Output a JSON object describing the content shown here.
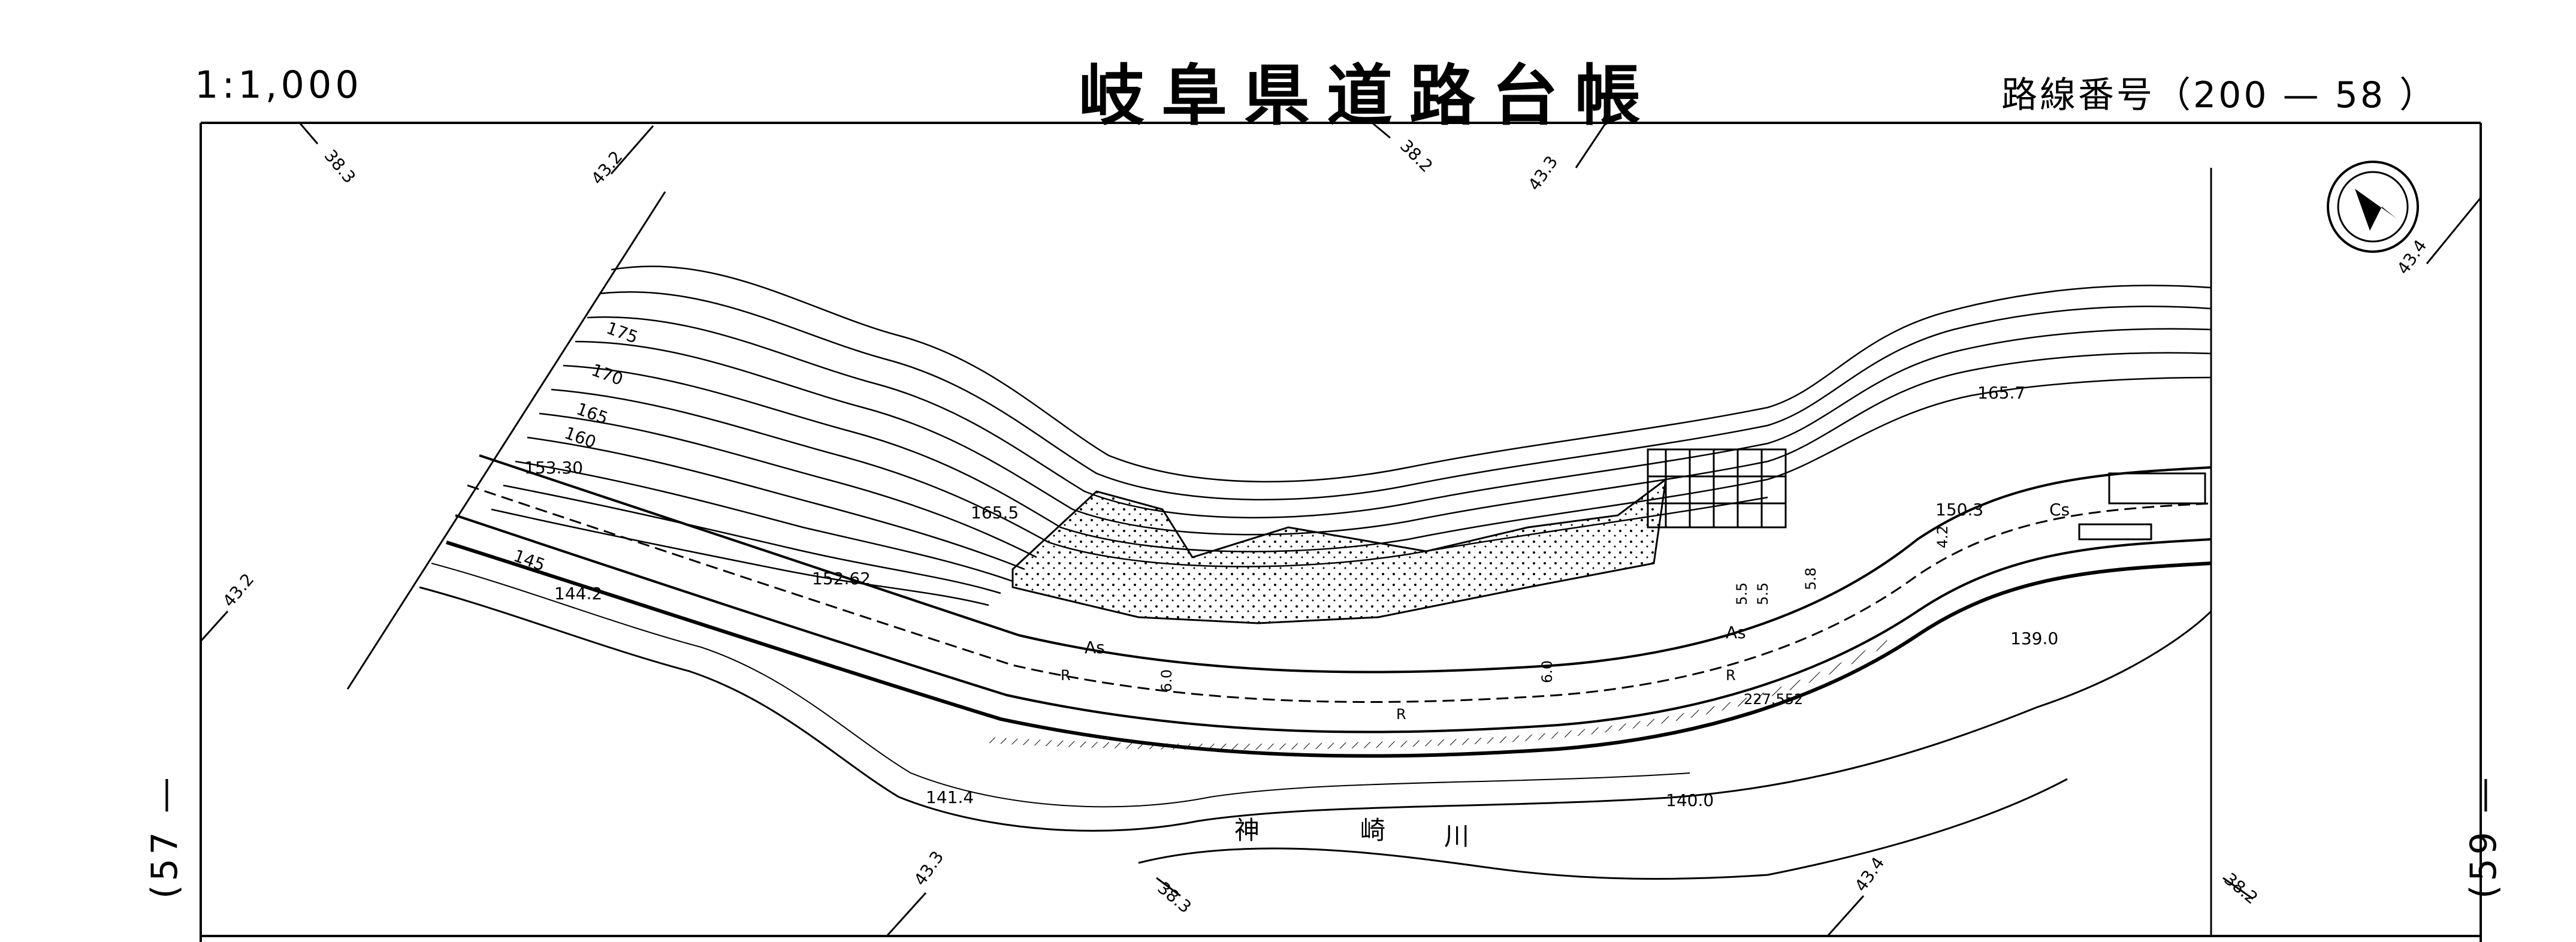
{
  "header": {
    "scale": "1:1,000",
    "title": "岐阜県道路台帳",
    "route_number": "路線番号（200 — 58 ）"
  },
  "sheet_refs": {
    "left": "(57 —",
    "right": "(59 —"
  },
  "grid_labels": [
    "38.3",
    "43.2",
    "38.2",
    "43.3",
    "43.4",
    "43.2",
    "43.3",
    "38.3",
    "43.4",
    "38.2"
  ],
  "contours": [
    "175",
    "170",
    "165",
    "160",
    "145"
  ],
  "spot_heights": [
    "153.30",
    "165.5",
    "152.62",
    "144.2",
    "141.4",
    "165.7",
    "150.3",
    "139.0",
    "140.0"
  ],
  "road_labels": {
    "surface_as_1": "As",
    "surface_as_2": "As",
    "surface_cs": "Cs",
    "guardrail_1": "R",
    "guardrail_2": "R",
    "guardrail_3": "R",
    "distance": "227.552",
    "width_1": "6.0",
    "width_2": "6.0",
    "width_3": "5.5",
    "width_4": "5.5",
    "width_5": "5.8",
    "width_6": "4.2"
  },
  "river": {
    "char1": "神",
    "char2": "崎",
    "char3": "川"
  },
  "north_arrow": "north-arrow-icon"
}
